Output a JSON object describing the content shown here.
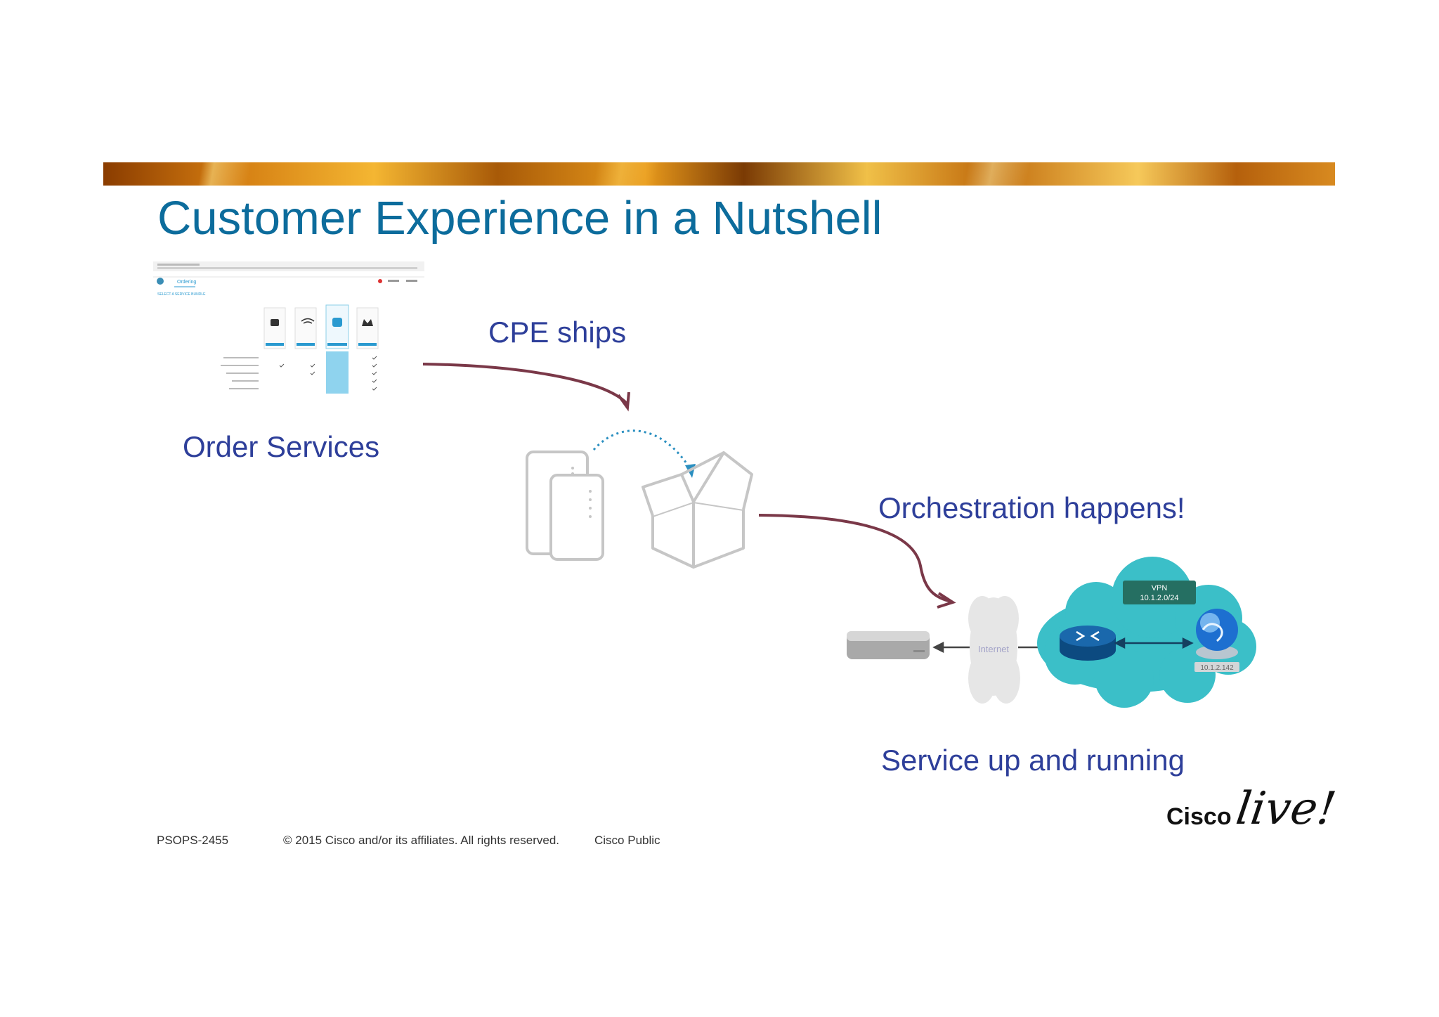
{
  "slide": {
    "title": "Customer Experience in a Nutshell",
    "labels": {
      "order_services": "Order Services",
      "cpe_ships": "CPE ships",
      "orchestration": "Orchestration happens!",
      "service_running": "Service up and running"
    },
    "thumbnail": {
      "app_title": "Ordering",
      "section_title": "SELECT A SERVICE BUNDLE"
    },
    "network": {
      "internet_label": "Internet",
      "vpn_label": "VPN",
      "vpn_subnet": "10.1.2.0/24",
      "host_ip": "10.1.2.142"
    },
    "footer": {
      "code": "PSOPS-2455",
      "copyright": "© 2015 Cisco and/or its affiliates. All rights reserved.",
      "classification": "Cisco Public"
    },
    "logo": {
      "brand": "Cisco",
      "event": "live!"
    },
    "colors": {
      "title": "#0c6c9c",
      "label": "#2e3f9a",
      "arrow": "#7a3848",
      "cloud": "#3bbfc8",
      "dotted_arrow": "#2a8fc0"
    }
  }
}
